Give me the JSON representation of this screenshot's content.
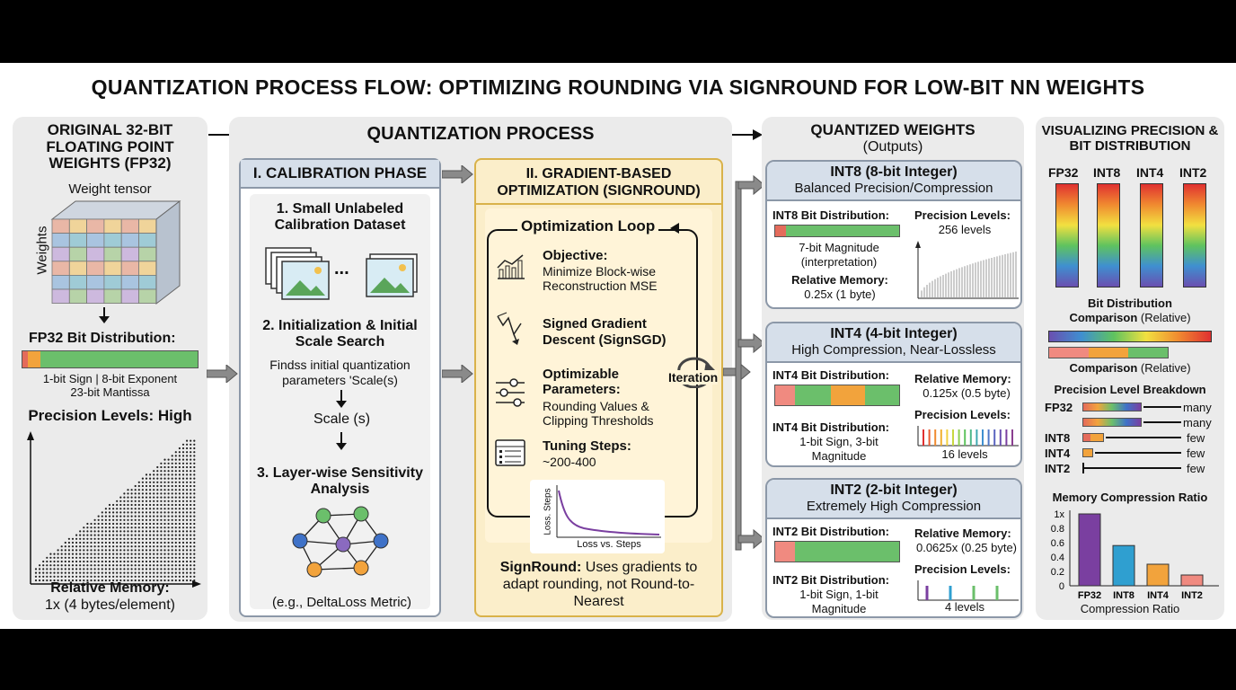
{
  "title": "QUANTIZATION PROCESS FLOW: OPTIMIZING ROUNDING VIA SIGNROUND FOR LOW-BIT NN WEIGHTS",
  "fp32_panel": {
    "heading": "ORIGINAL 32-BIT FLOATING POINT WEIGHTS (FP32)",
    "tensor_label": "Weight tensor",
    "axis_label": "Weights",
    "bit_dist_label": "FP32 Bit Distribution:",
    "bit_dist_caption_1": "1-bit Sign | 8-bit Exponent",
    "bit_dist_caption_2": "23-bit Mantissa",
    "precision_label": "Precision Levels: High",
    "memory_label": "Relative Memory:",
    "memory_value": "1x (4 bytes/element)",
    "colors": {
      "sign": "#e46b5b",
      "exponent": "#f2a33c",
      "mantissa": "#6bbf6b"
    }
  },
  "process": {
    "heading": "QUANTIZATION PROCESS",
    "calibration": {
      "heading": "I. CALIBRATION PHASE",
      "step1": "1. Small Unlabeled Calibration Dataset",
      "step1_dots": "...",
      "step2": "2. Initialization & Initial Scale Search",
      "step2_desc": "Findss initial quantization parameters 'Scale(s)",
      "scale": "Scale (s)",
      "step3": "3. Layer-wise Sensitivity Analysis",
      "metric": "(e.g., DeltaLoss Metric)"
    },
    "gradient": {
      "heading": "II. GRADIENT-BASED OPTIMIZATION (SIGNROUND)",
      "loop_title": "Optimization Loop",
      "iteration": "Iteration",
      "items": [
        {
          "icon": "chart-icon",
          "title": "Objective:",
          "desc": "Minimize Block-wise Reconstruction MSE"
        },
        {
          "icon": "descent-icon",
          "title": "Signed Gradient Descent (SignSGD)",
          "desc": ""
        },
        {
          "icon": "sliders-icon",
          "title": "Optimizable Parameters:",
          "desc": "Rounding Values & Clipping Thresholds"
        },
        {
          "icon": "list-icon",
          "title": "Tuning Steps:",
          "desc": "~200-400"
        }
      ],
      "loss_ylabel": "Loss. Steps",
      "loss_xlabel": "Loss vs. Steps",
      "footer_bold": "SignRound:",
      "footer_text": "Uses gradients to adapt rounding, not Round-to-Nearest"
    }
  },
  "quantized": {
    "heading": "QUANTIZED WEIGHTS",
    "subheading": "(Outputs)",
    "int8": {
      "title": "INT8 (8-bit Integer)",
      "subtitle": "Balanced Precision/Compression",
      "bit_label": "INT8 Bit Distribution:",
      "magnitude": "7-bit Magnitude (interpretation)",
      "memory_label": "Relative Memory:",
      "memory_value": "0.25x (1 byte)",
      "precision_label": "Precision Levels:",
      "levels": "256 levels"
    },
    "int4": {
      "title": "INT4 (4-bit Integer)",
      "subtitle": "High Compression, Near-Lossless",
      "bit_label": "INT4 Bit Distribution:",
      "bit_label_2": "INT4 Bit Distribution:",
      "detail": "1-bit Sign, 3-bit Magnitude",
      "memory_label": "Relative Memory:",
      "memory_value": "0.125x (0.5 byte)",
      "precision_label": "Precision Levels:",
      "levels": "16 levels"
    },
    "int2": {
      "title": "INT2 (2-bit Integer)",
      "subtitle": "Extremely High Compression",
      "bit_label": "INT2 Bit Distribution:",
      "bit_label_2": "INT2 Bit Distribution:",
      "detail": "1-bit Sign, 1-bit Magnitude",
      "memory_label": "Relative Memory:",
      "memory_value": "0.0625x (0.25 byte)",
      "precision_label": "Precision Levels:",
      "levels": "4 levels"
    }
  },
  "visual": {
    "heading": "VISUALIZING PRECISION & BIT DISTRIBUTION",
    "columns": [
      "FP32",
      "INT8",
      "INT4",
      "INT2"
    ],
    "bit_dist_label": "Bit Distribution",
    "bit_dist_sub": "Comparison",
    "relative": "(Relative)",
    "comparison_label": "Comparison",
    "comparison_rel": "(Relative)",
    "breakdown_title": "Precision Level Breakdown",
    "breakdown": [
      {
        "label": "FP32",
        "value": "many"
      },
      {
        "label": "",
        "value": "many"
      },
      {
        "label": "INT8",
        "value": "few"
      },
      {
        "label": "INT4",
        "value": "few"
      },
      {
        "label": "INT2",
        "value": "few"
      }
    ],
    "ratio_title": "Memory Compression Ratio",
    "ratio_xlabel": "Compression Ratio"
  },
  "chart_data": {
    "type": "bar",
    "title": "Memory Compression Ratio",
    "categories": [
      "FP32",
      "INT8",
      "INT4",
      "INT2"
    ],
    "values": [
      1,
      0.56,
      0.3,
      0.15
    ],
    "colors": [
      "#7a3fa0",
      "#2f9fd0",
      "#f2a33c",
      "#f08a80"
    ],
    "xlabel": "Compression Ratio",
    "yticks": [
      "1x",
      "0.8",
      "0.6",
      "0.4",
      "0.2",
      "0"
    ],
    "ylim": [
      0,
      1
    ]
  }
}
